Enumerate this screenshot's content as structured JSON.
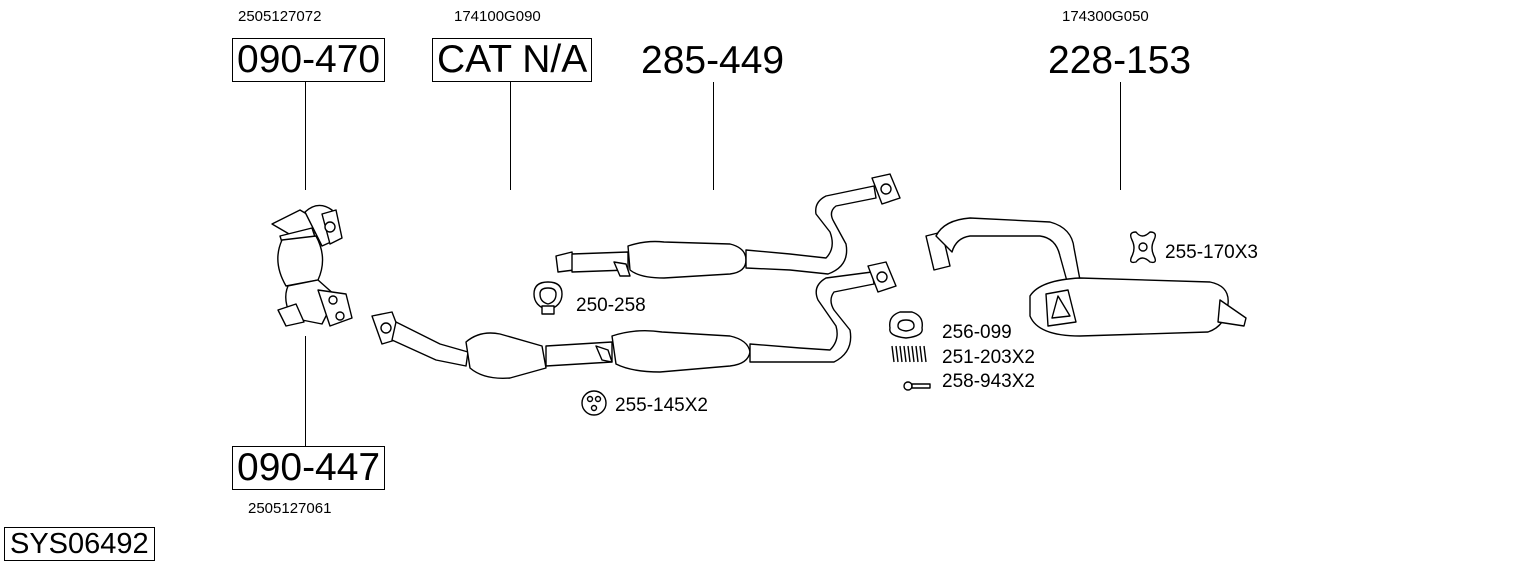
{
  "parts": {
    "p1": {
      "oem": "2505127072",
      "code": "090-470"
    },
    "p2": {
      "oem": "174100G090",
      "code": "CAT N/A"
    },
    "p3": {
      "code": "285-449"
    },
    "p4": {
      "oem": "174300G050",
      "code": "228-153"
    },
    "p5": {
      "oem": "2505127061",
      "code": "090-447"
    }
  },
  "accessories": [
    {
      "code": "255-170X3"
    },
    {
      "code": "250-258"
    },
    {
      "code": "256-099"
    },
    {
      "code": "251-203X2"
    },
    {
      "code": "258-943X2"
    },
    {
      "code": "255-145X2"
    }
  ],
  "system_id": "SYS06492"
}
